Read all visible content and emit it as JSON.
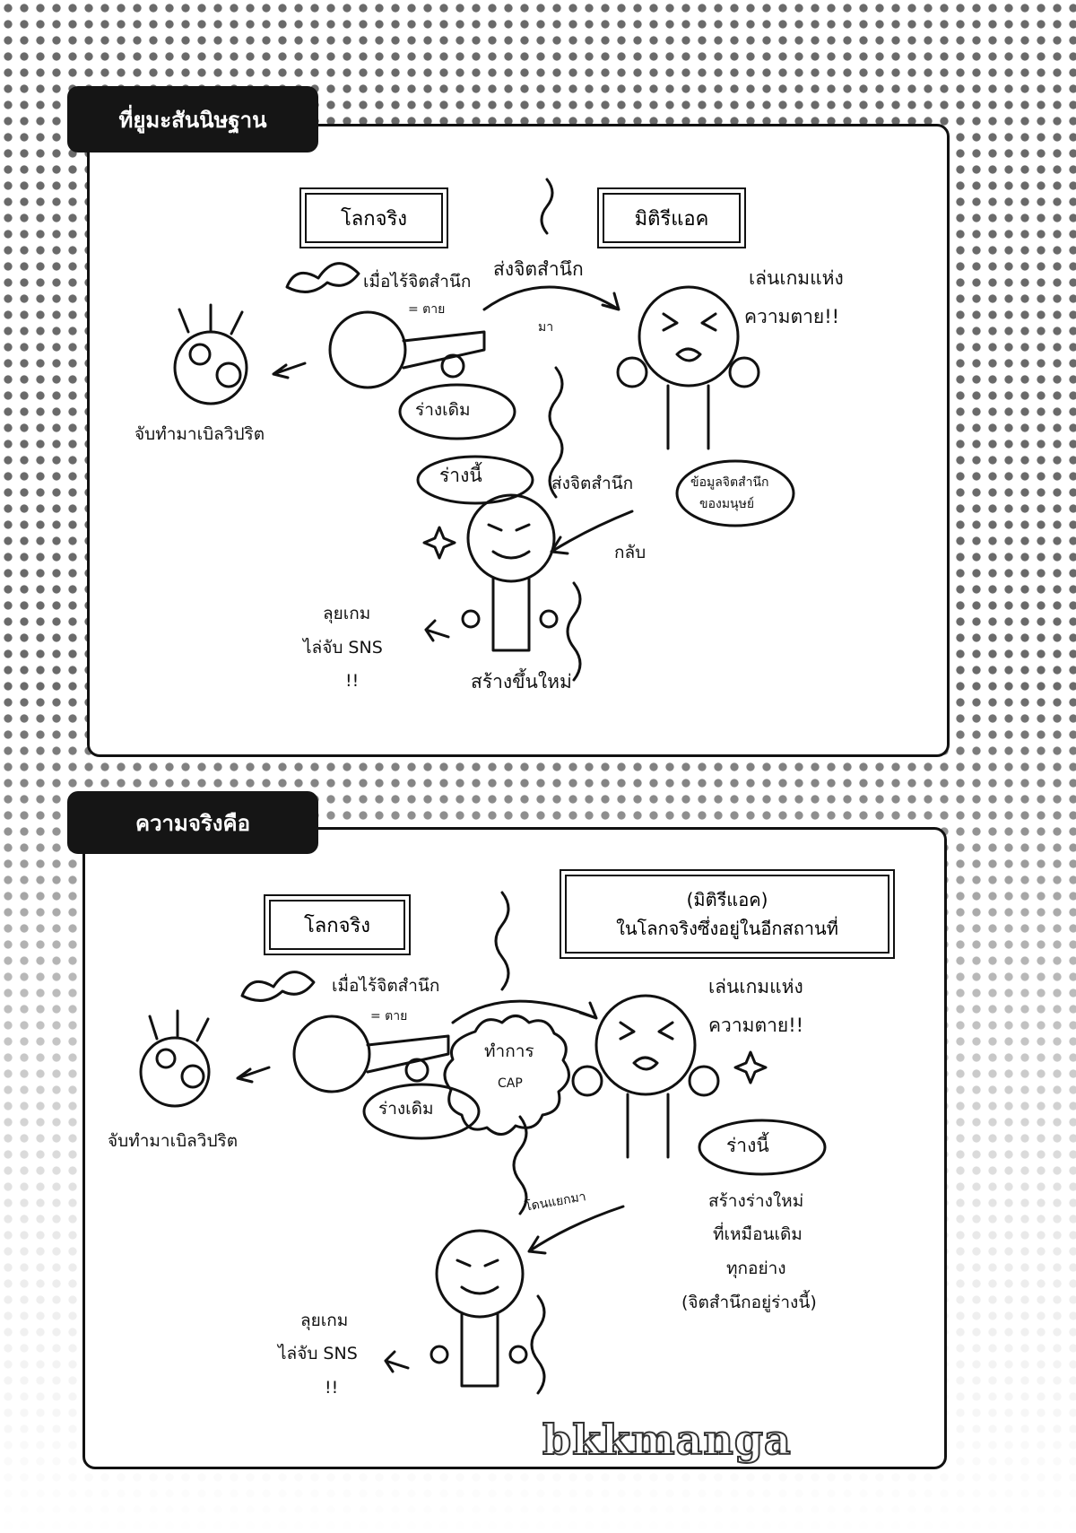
{
  "panel1": {
    "tab": "ที่ยูมะสันนิษฐาน",
    "real_world": "โลกจริง",
    "mystery_act": "มิติรีแอค",
    "lose_consciousness": "เมื่อไร้จิตสำนึก",
    "equals_death": "= ตาย",
    "send_consciousness": "ส่งจิตสำนึก",
    "here": "มา",
    "game_of_death_1": "เล่นเกมแห่ง",
    "game_of_death_2": "ความตาย!!",
    "original_body": "ร่างเดิม",
    "take_to_hospital": "จับทำมาเบิลวิปริต",
    "this_body": "ร่างนี้",
    "send_back": "ส่งจิตสำนึก",
    "back": "กลับ",
    "human_data_1": "ข้อมูลจิตสำนึก",
    "human_data_2": "ของมนุษย์",
    "sns_1": "ลุยเกม",
    "sns_2": "ไล่จับ SNS",
    "sns_3": "!!",
    "rebuilt": "สร้างขึ้นใหม่"
  },
  "panel2": {
    "tab": "ความจริงคือ",
    "real_world": "โลกจริง",
    "mystery_line1": "(มิติรีแอค)",
    "mystery_line2": "ในโลกจริงซึ่งอยู่ในอีกสถานที่",
    "lose_consciousness": "เมื่อไร้จิตสำนึก",
    "equals_death": "= ตาย",
    "do_cap_1": "ทำการ",
    "do_cap_2": "CAP",
    "game_of_death_1": "เล่นเกมแห่ง",
    "game_of_death_2": "ความตาย!!",
    "original_body": "ร่างเดิม",
    "take_to_hospital": "จับทำมาเบิลวิปริต",
    "this_body": "ร่างนี้",
    "make_new_1": "สร้างร่างใหม่",
    "make_new_2": "ที่เหมือนเดิม",
    "make_new_3": "ทุกอย่าง",
    "make_new_4": "(จิตสำนึกอยู่ร่างนี้)",
    "split_out": "โดนแยกมา",
    "sns_1": "ลุยเกม",
    "sns_2": "ไล่จับ SNS",
    "sns_3": "!!"
  },
  "watermark": "bkkmanga"
}
